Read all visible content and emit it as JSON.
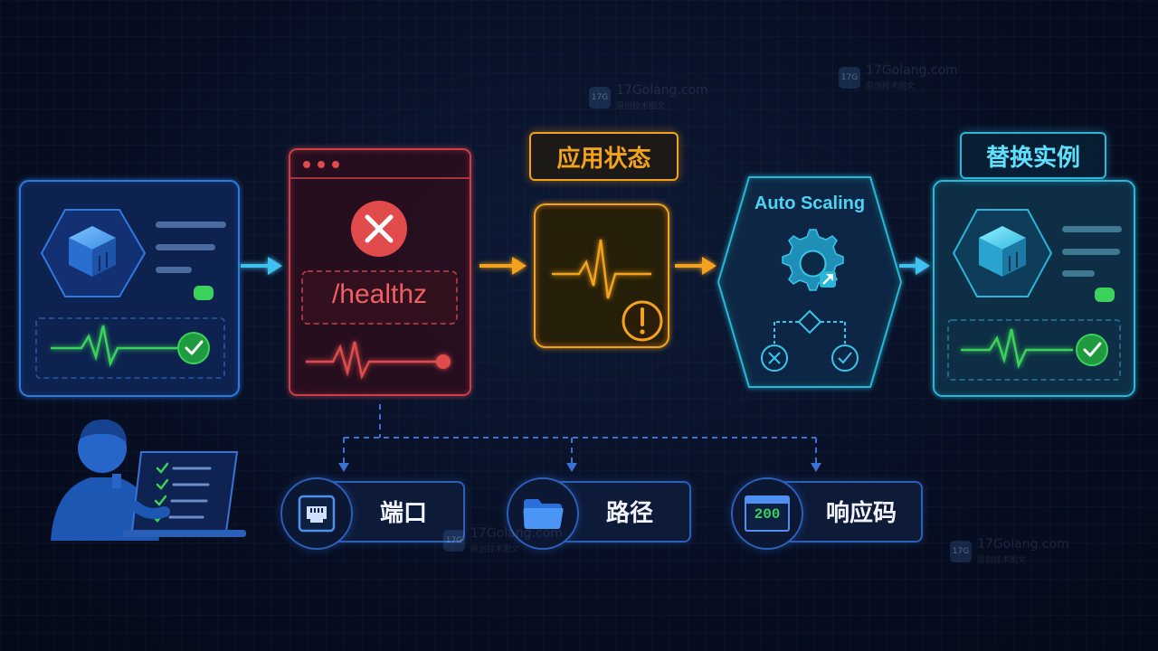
{
  "labels": {
    "app_state": "应用状态",
    "replace_instance": "替换实例",
    "auto_scaling": "Auto Scaling",
    "healthz": "/healthz"
  },
  "checks": [
    {
      "label": "端口",
      "icon": "ethernet-port-icon"
    },
    {
      "label": "路径",
      "icon": "folder-icon"
    },
    {
      "label": "响应码",
      "icon": "status-code-icon",
      "icon_text": "200"
    }
  ],
  "watermark": {
    "text": "17Golang.com",
    "logo_text": "17G",
    "subtext": "原创技术图文"
  },
  "colors": {
    "healthy_blue": "#2f79e0",
    "failure_red": "#e14b4b",
    "warning_orange": "#f2a21b",
    "scaling_teal": "#29b6d8",
    "ok_green": "#3ad15c"
  }
}
